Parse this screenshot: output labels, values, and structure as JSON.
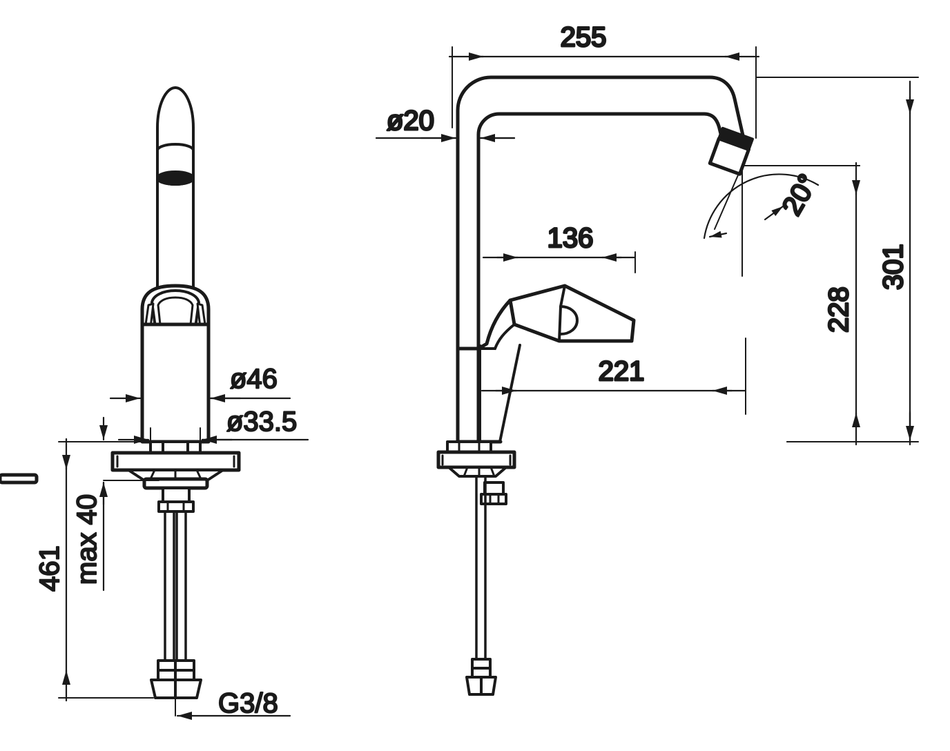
{
  "drawing": {
    "type": "technical-dimension-drawing",
    "subject": "single-lever kitchen mixer tap",
    "units": "mm",
    "views": [
      {
        "name": "front-view",
        "position": "left"
      },
      {
        "name": "side-view",
        "position": "right"
      }
    ],
    "line_color": "#1a1a1a",
    "background_color": "#ffffff"
  },
  "front_view": {
    "dimensions": {
      "body_diameter": "ø46",
      "shank_diameter": "ø33.5",
      "total_height": "461",
      "deck_thickness": "max 40",
      "connection_thread": "G3/8"
    }
  },
  "side_view": {
    "dimensions": {
      "spout_reach": "255",
      "spout_tube_diameter": "ø20",
      "handle_clearance": "136",
      "lever_swing": "221",
      "spout_outlet_height": "228",
      "overall_height": "301",
      "aerator_angle": "20°"
    }
  },
  "labels": {
    "d46": "ø46",
    "d335": "ø33.5",
    "h461": "461",
    "max40": "max 40",
    "g38": "G3/8",
    "w255": "255",
    "d20": "ø20",
    "w136": "136",
    "w221": "221",
    "h228": "228",
    "h301": "301",
    "a20": "20°"
  }
}
